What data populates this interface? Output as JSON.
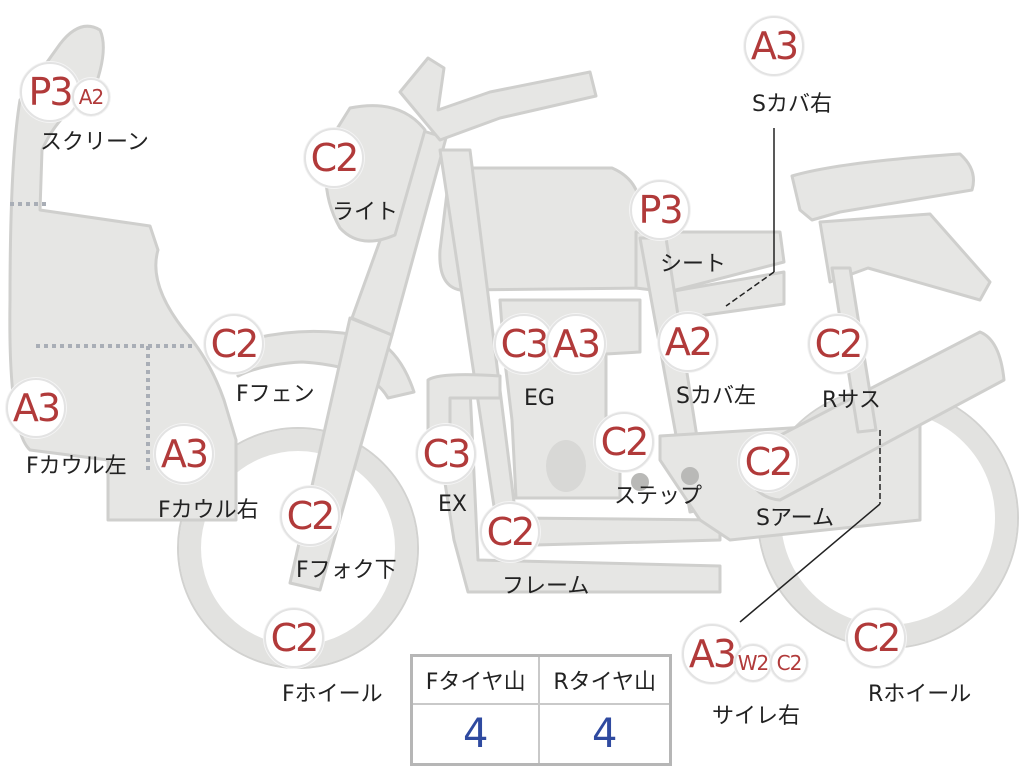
{
  "parts": {
    "screen_p3": "P3",
    "screen_a2": "A2",
    "screen_label": "スクリーン",
    "light_grade": "C2",
    "light_label": "ライト",
    "side_cover_r_grade": "A3",
    "side_cover_r_label": "Sカバ右",
    "seat_grade": "P3",
    "seat_label": "シート",
    "fender_grade": "C2",
    "fender_label": "Fフェン",
    "engine_c3": "C3",
    "engine_a3": "A3",
    "engine_label": "EG",
    "side_cover_l_grade": "A2",
    "side_cover_l_label": "Sカバ左",
    "rear_sus_grade": "C2",
    "rear_sus_label": "Rサス",
    "cowl_l_grade": "A3",
    "cowl_l_label": "Fカウル左",
    "cowl_r_grade": "A3",
    "cowl_r_label": "Fカウル右",
    "exhaust_grade": "C3",
    "exhaust_label": "EX",
    "step_grade": "C2",
    "step_label": "ステップ",
    "swingarm_grade": "C2",
    "swingarm_label": "Sアーム",
    "fork_grade": "C2",
    "fork_label": "Fフォク下",
    "frame_grade": "C2",
    "frame_label": "フレーム",
    "front_wheel_grade": "C2",
    "front_wheel_label": "Fホイール",
    "muffler_a3": "A3",
    "muffler_w2": "W2",
    "muffler_c2": "C2",
    "muffler_label": "サイレ右",
    "rear_wheel_grade": "C2",
    "rear_wheel_label": "Rホイール"
  },
  "tread": {
    "front_header": "Fタイヤ山",
    "rear_header": "Rタイヤ山",
    "front_value": "4",
    "rear_value": "4"
  },
  "colors": {
    "badge_text": "#b13a3a",
    "body_fill": "#e6e6e4",
    "body_stroke": "#cfcfcd",
    "tread_value": "#2f4aa0"
  }
}
